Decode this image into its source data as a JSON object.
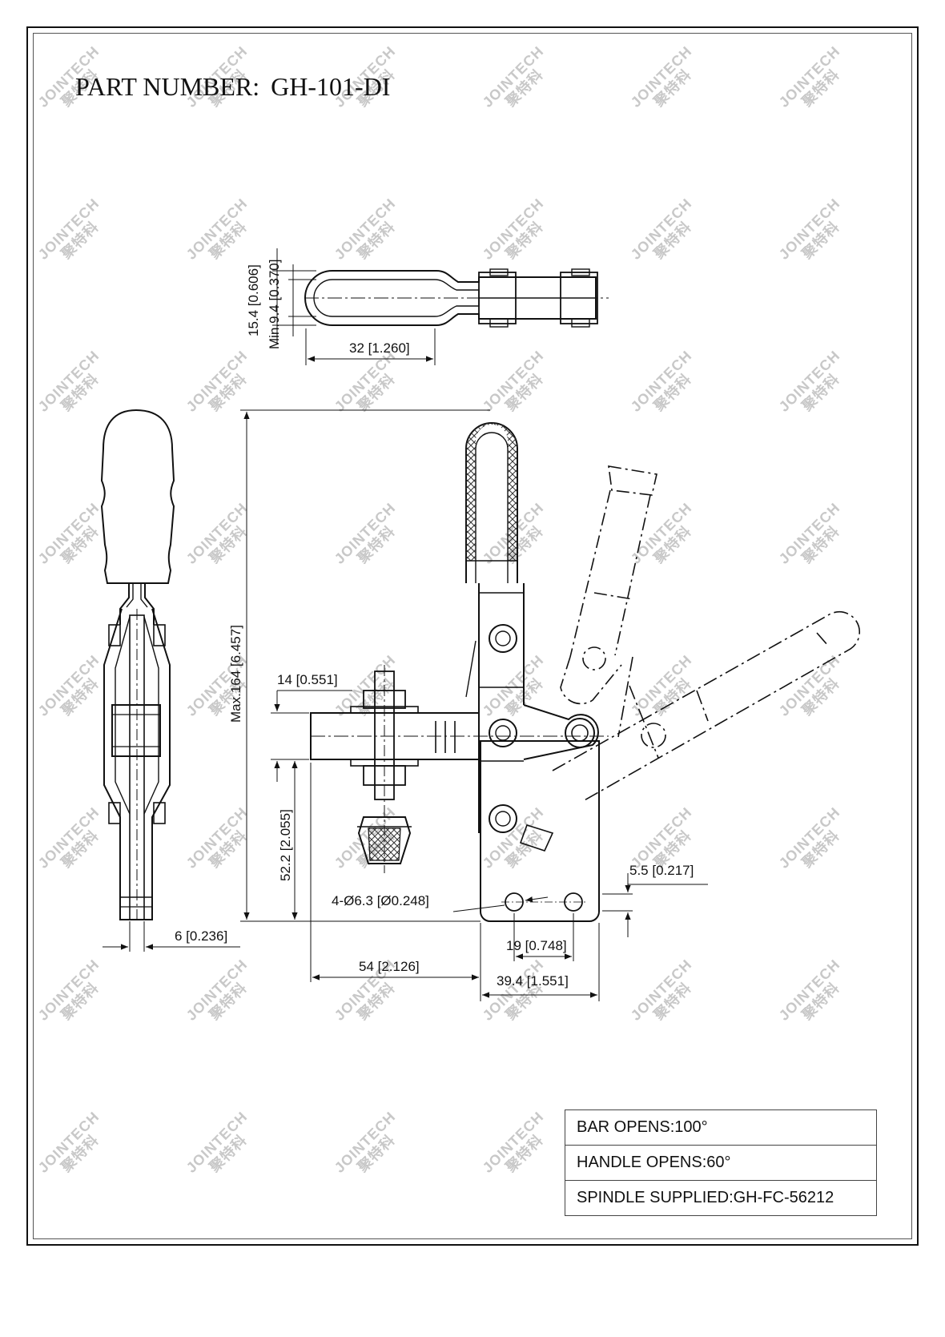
{
  "title": {
    "label": "PART NUMBER:",
    "value": "GH-101-DI"
  },
  "watermark": {
    "brand": "JOINTECH",
    "cn": "聚特科",
    "color": "#c8c8c8"
  },
  "dimensions": {
    "top_width_15": "15.4 [0.606]",
    "top_min_9": "Min.9.4 [0.370]",
    "top_len_32": "32 [1.260]",
    "max_height": "Max.164 [6.457]",
    "bar_14": "14 [0.551]",
    "h_52": "52.2 [2.055]",
    "holes": "4-Ø6.3 [Ø0.248]",
    "w_5_5": "5.5 [0.217]",
    "w_19": "19 [0.748]",
    "w_54": "54 [2.126]",
    "w_39": "39.4 [1.551]",
    "side_6": "6 [0.236]"
  },
  "specs": [
    "BAR OPENS:100°",
    "HANDLE OPENS:60°",
    "SPINDLE SUPPLIED:GH-FC-56212"
  ]
}
